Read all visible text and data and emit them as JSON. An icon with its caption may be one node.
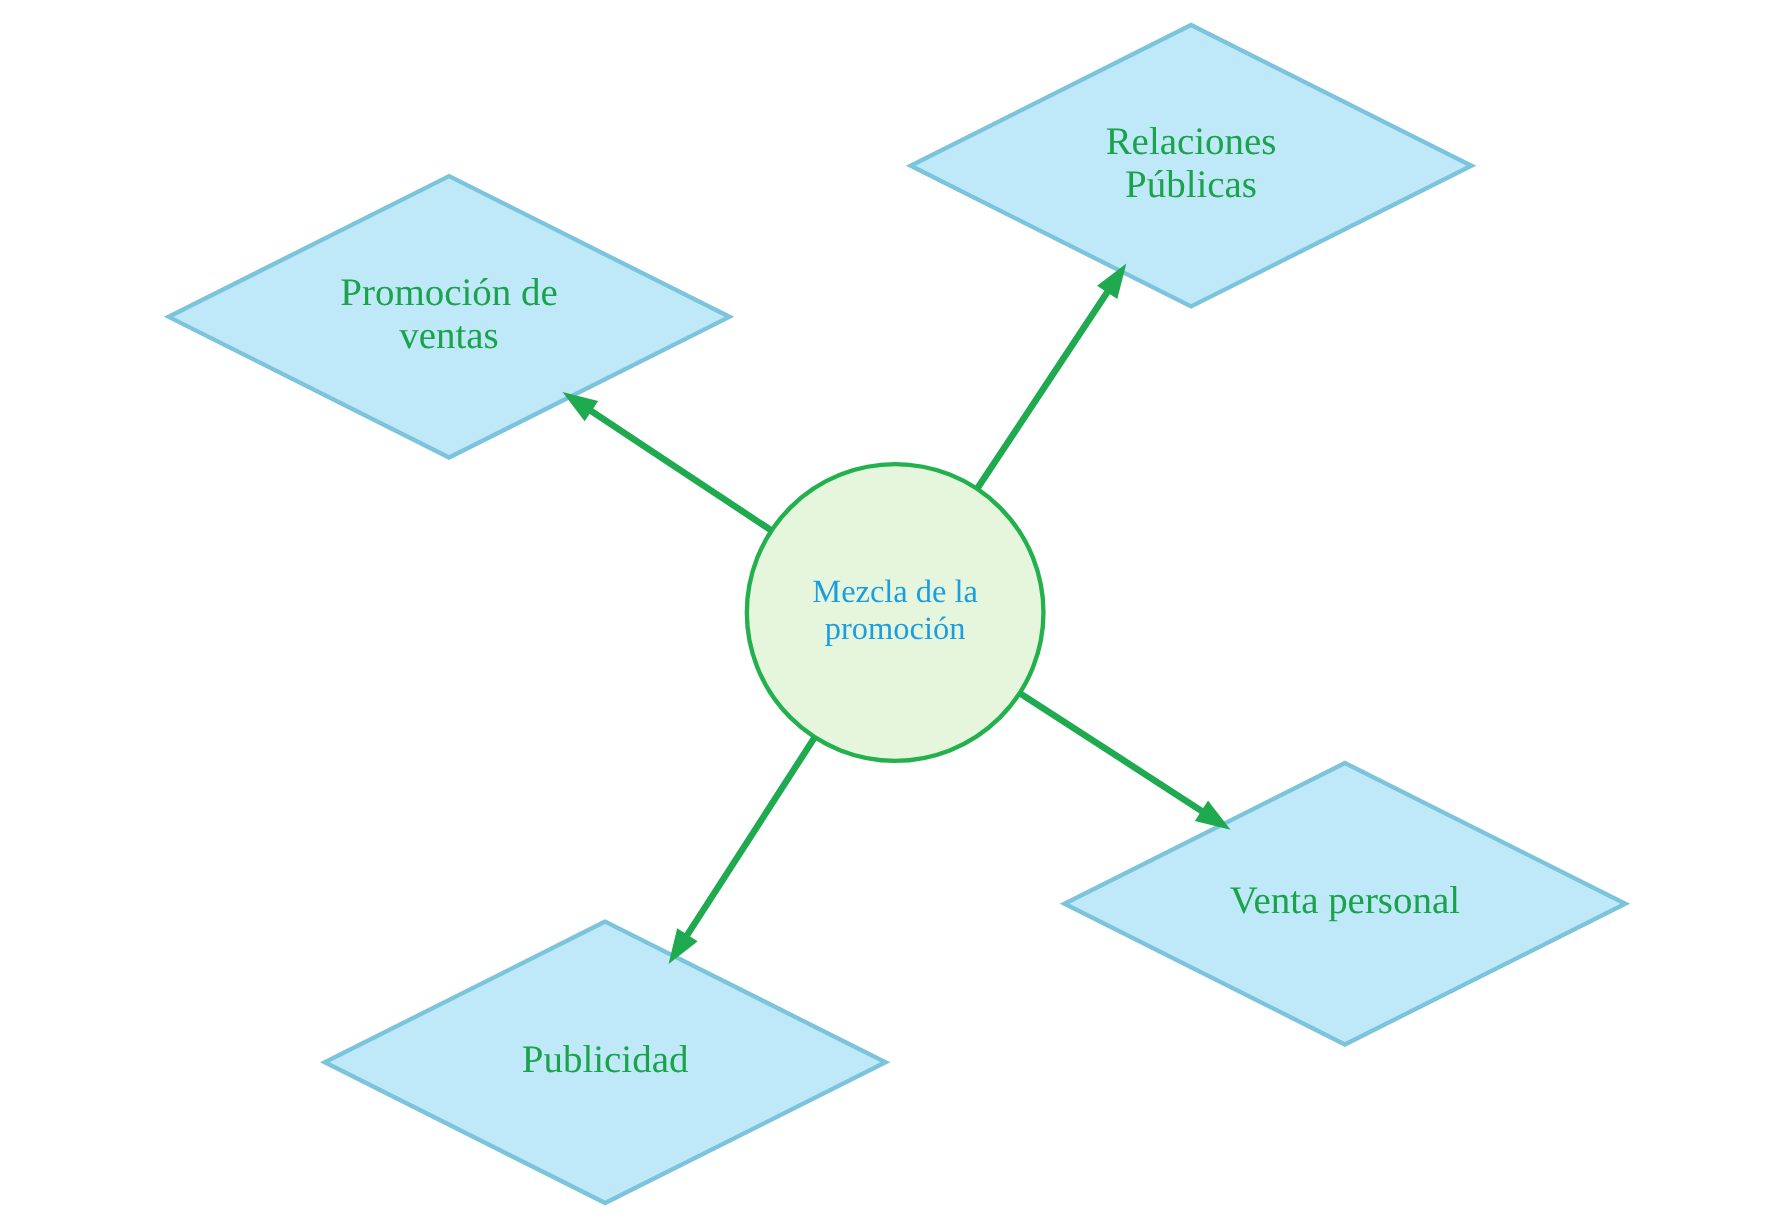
{
  "diagram": {
    "nodes": [
      {
        "text": [
          "Mezcla de la promoción"
        ]
      },
      {
        "text": [
          "Venta personal"
        ]
      },
      {
        "text": [
          "Publicidad"
        ]
      },
      {
        "text": [
          "Promoción de ventas"
        ]
      },
      {
        "text": [
          "Relaciones Públicas"
        ]
      }
    ],
    "edges": [
      {
        "from": 0,
        "to": 1,
        "arrow": "to"
      },
      {
        "from": 0,
        "to": 2,
        "arrow": "to"
      },
      {
        "from": 0,
        "to": 3,
        "arrow": "to"
      },
      {
        "from": 0,
        "to": 4,
        "arrow": "to"
      }
    ]
  }
}
